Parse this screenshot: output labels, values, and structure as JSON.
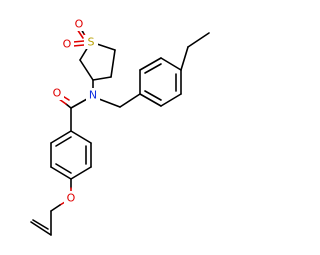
{
  "molecule": {
    "atom_labels": {
      "sulfur": "S",
      "sulfonyl_oxygen_1": "O",
      "sulfonyl_oxygen_2": "O",
      "amide_nitrogen": "N",
      "carbonyl_oxygen": "O",
      "ether_oxygen": "O"
    },
    "colors": {
      "carbon_bond": "#000000",
      "oxygen": "#e00000",
      "sulfur": "#b8a000",
      "nitrogen": "#1030e0"
    }
  }
}
